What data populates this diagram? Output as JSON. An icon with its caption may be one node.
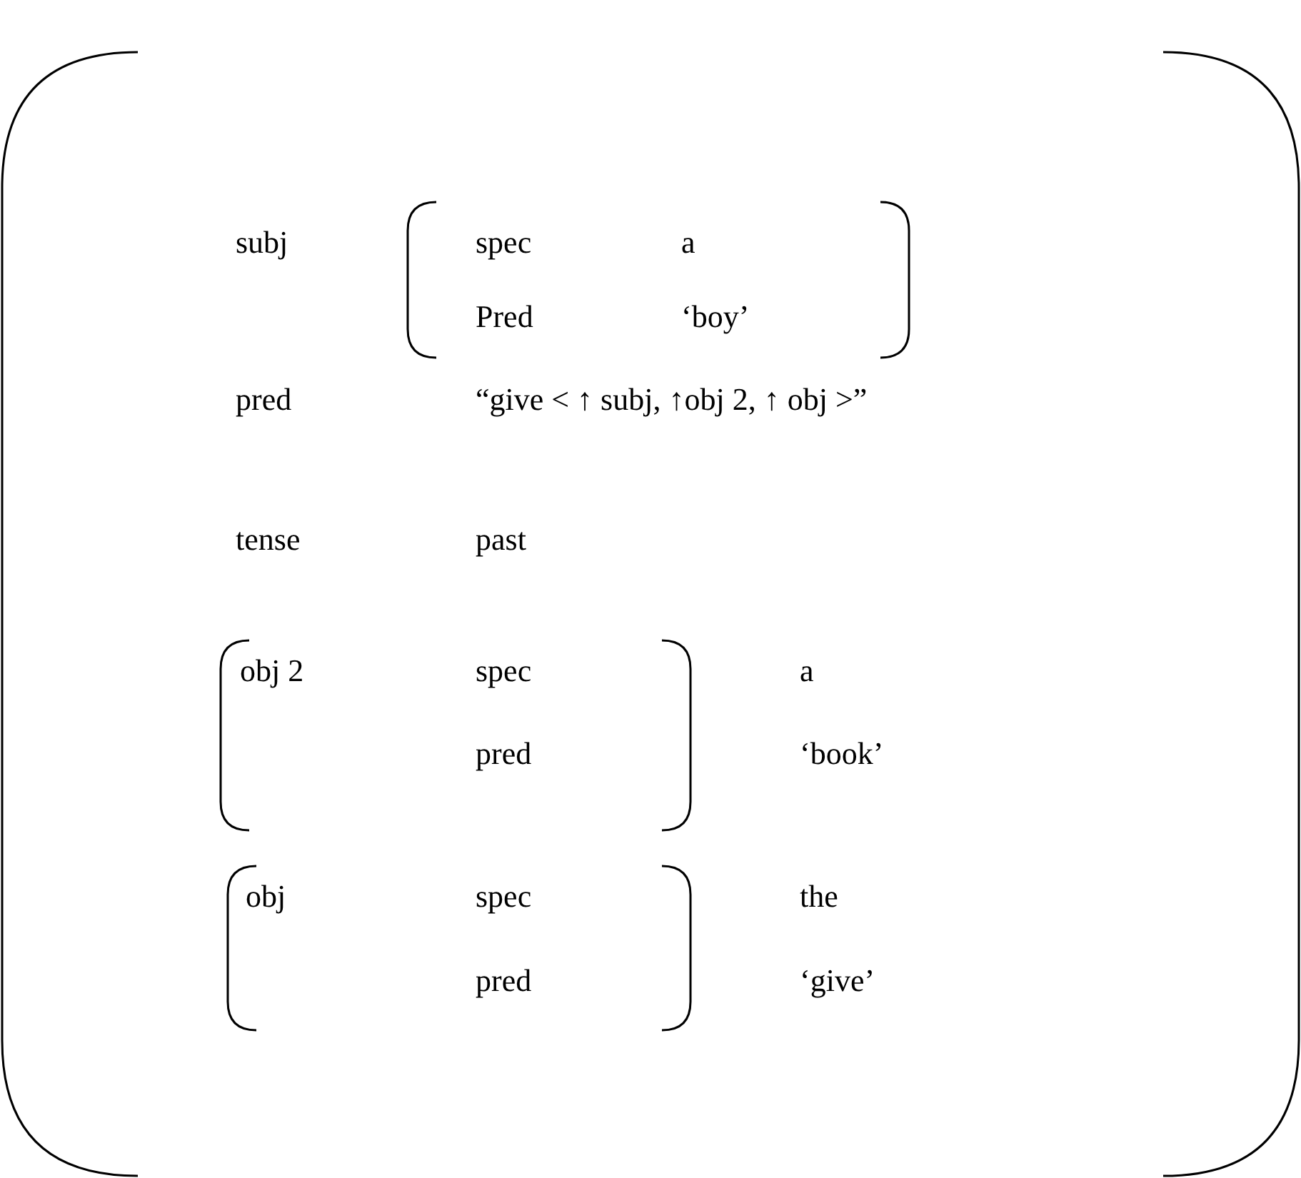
{
  "diagram": {
    "nodes": [
      {
        "text": [],
        "shape": "bracket"
      },
      {
        "text": [
          "spec",
          "a",
          "Pred",
          "‘boy’"
        ],
        "in": 0
      },
      {
        "text": [
          "obj 2",
          "spec",
          "pred"
        ],
        "in": 0
      },
      {
        "text": [
          "obj",
          "spec",
          "pred"
        ],
        "in": 0
      }
    ],
    "labels": [
      "subj",
      "pred",
      "“give < ↑  subj,  ↑obj 2, ↑  obj >”",
      "tense",
      "past",
      "a",
      "‘book’",
      "the",
      "‘give’"
    ]
  }
}
